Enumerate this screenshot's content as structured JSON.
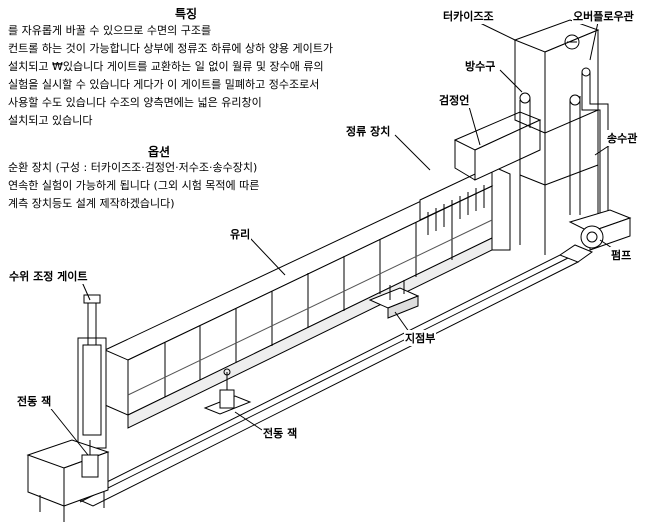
{
  "features": {
    "heading": "특징",
    "lines": [
      "를 자유롭게 바꿀 수 있으므로 수면의 구조를",
      "컨트롤 하는 것이 가능합니다 상부에 정류조 하류에 상하 양용 게이트가",
      "설치되고 ₩있습니다 게이트를 교환하는 일 없이 월류 및 장수애 류의",
      "실험을 실시할 수 있습니다 게다가 이 게이트를 밀폐하고 정수조로서",
      "사용할 수도 있습니다 수조의 양측면에는 넓은 유리창이",
      "설치되고 있습니다"
    ]
  },
  "options": {
    "heading": "옵션",
    "lines": [
      "순환 장치 (구성 : 터카이즈조·검정언·저수조·송수장치)",
      "연속한 실험이 가능하게 됩니다 (그외 시험 목적에 따른",
      "계측 장치등도 설계 제작하겠습니다)"
    ]
  },
  "labels": {
    "head_tank": "터카이즈조",
    "overflow_pipe": "오버플로우관",
    "outlet": "방수구",
    "weir": "검정언",
    "supply_pipe": "송수관",
    "rectifier": "정류 장치",
    "glass": "유리",
    "pump": "펌프",
    "level_gate": "수위 조정 게이트",
    "support": "지점부",
    "jack_left": "전동 잭",
    "jack_center": "전동 잭"
  }
}
